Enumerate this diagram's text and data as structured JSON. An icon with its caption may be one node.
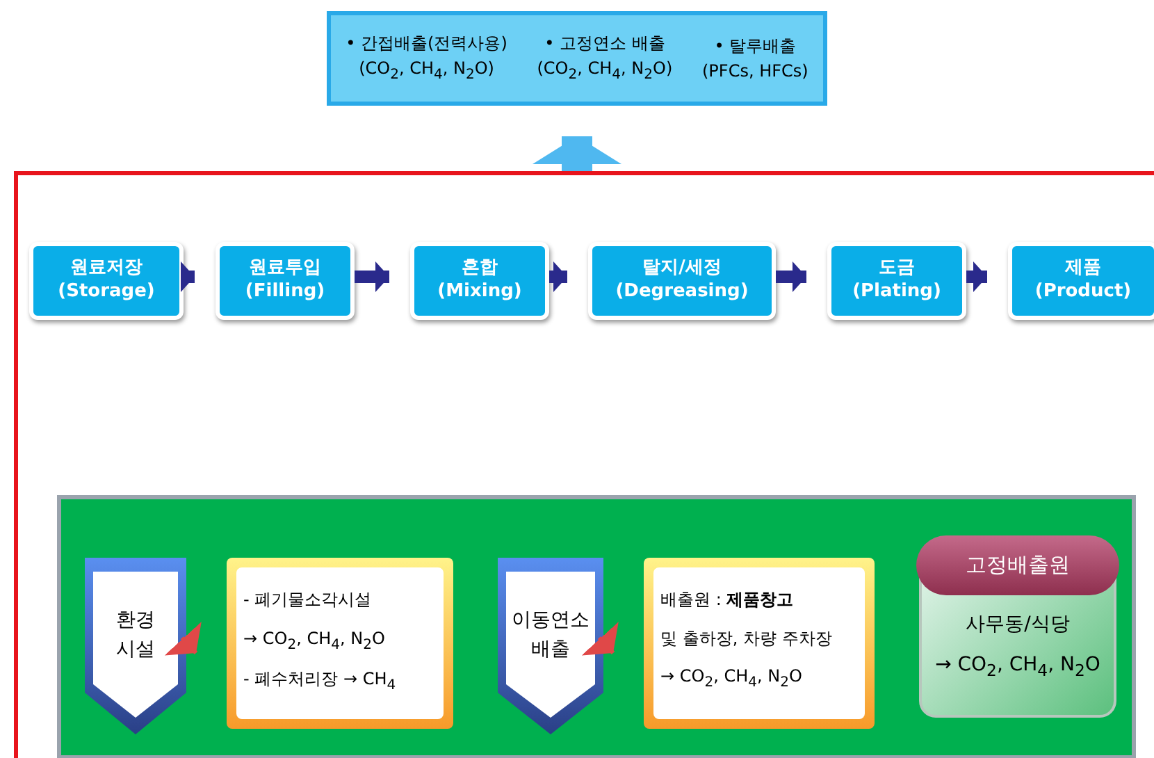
{
  "diagram": {
    "nodes": [
      {
        "text": [
          "• 간접배출(전력사용)",
          "(CO$_{2}$, CH$_{4}$, N$_{2}$O)",
          "• 고정연소 배출",
          "(CO$_{2}$, CH$_{4}$, N$_{2}$O)",
          "• 탈루배출",
          "(PFCs, HFCs)"
        ]
      },
      {
        "text": [],
        "shape": "box"
      },
      {
        "text": [
          "원료저장 (Storage)"
        ],
        "in": 1
      },
      {
        "text": [
          "원료투입 (Filling)"
        ],
        "in": 1
      },
      {
        "text": [
          "혼합 (Mixing)"
        ],
        "in": 1
      },
      {
        "text": [
          "탈지/세정 (Degreasing)"
        ],
        "in": 1
      },
      {
        "text": [
          "도금 (Plating)"
        ],
        "in": 1
      },
      {
        "text": [
          "제품 (Product)"
        ],
        "in": 1
      },
      {
        "text": [],
        "shape": "box",
        "in": 1
      },
      {
        "text": [
          "환경 시설"
        ],
        "in": 8
      },
      {
        "text": [
          "- 폐기물소각시설",
          "→ CO$_{2}$, CH$_{4}$, N$_{2}$O",
          "- 폐수처리장 → CH$_{4}$"
        ],
        "in": 8
      },
      {
        "text": [
          "이동연소 배출"
        ],
        "in": 8
      },
      {
        "text": [
          "배출원 : **제품창고**",
          "및 출하장, 차량 주차장",
          "→ CO$_{2}$, CH$_{4}$, N$_{2}$O"
        ],
        "in": 8
      },
      {
        "text": [
          "고정배출원",
          "사무동/식당",
          "→ CO$_{2}$, CH$_{4}$, N$_{2}$O"
        ],
        "in": 8
      }
    ],
    "edges": [
      {
        "from": 1,
        "to": 0,
        "arrow": "to",
        "style": "thick",
        "color": "#4fb8f0"
      },
      {
        "from": 2,
        "to": 3,
        "arrow": "to"
      },
      {
        "from": 3,
        "to": 4,
        "arrow": "to"
      },
      {
        "from": 4,
        "to": 5,
        "arrow": "to"
      },
      {
        "from": 5,
        "to": 6,
        "arrow": "to"
      },
      {
        "from": 6,
        "to": 7,
        "arrow": "to"
      },
      {
        "from": 9,
        "to": 10,
        "arrow": "to",
        "color": "#e04848"
      },
      {
        "from": 11,
        "to": 12,
        "arrow": "to",
        "color": "#e04848"
      }
    ]
  }
}
